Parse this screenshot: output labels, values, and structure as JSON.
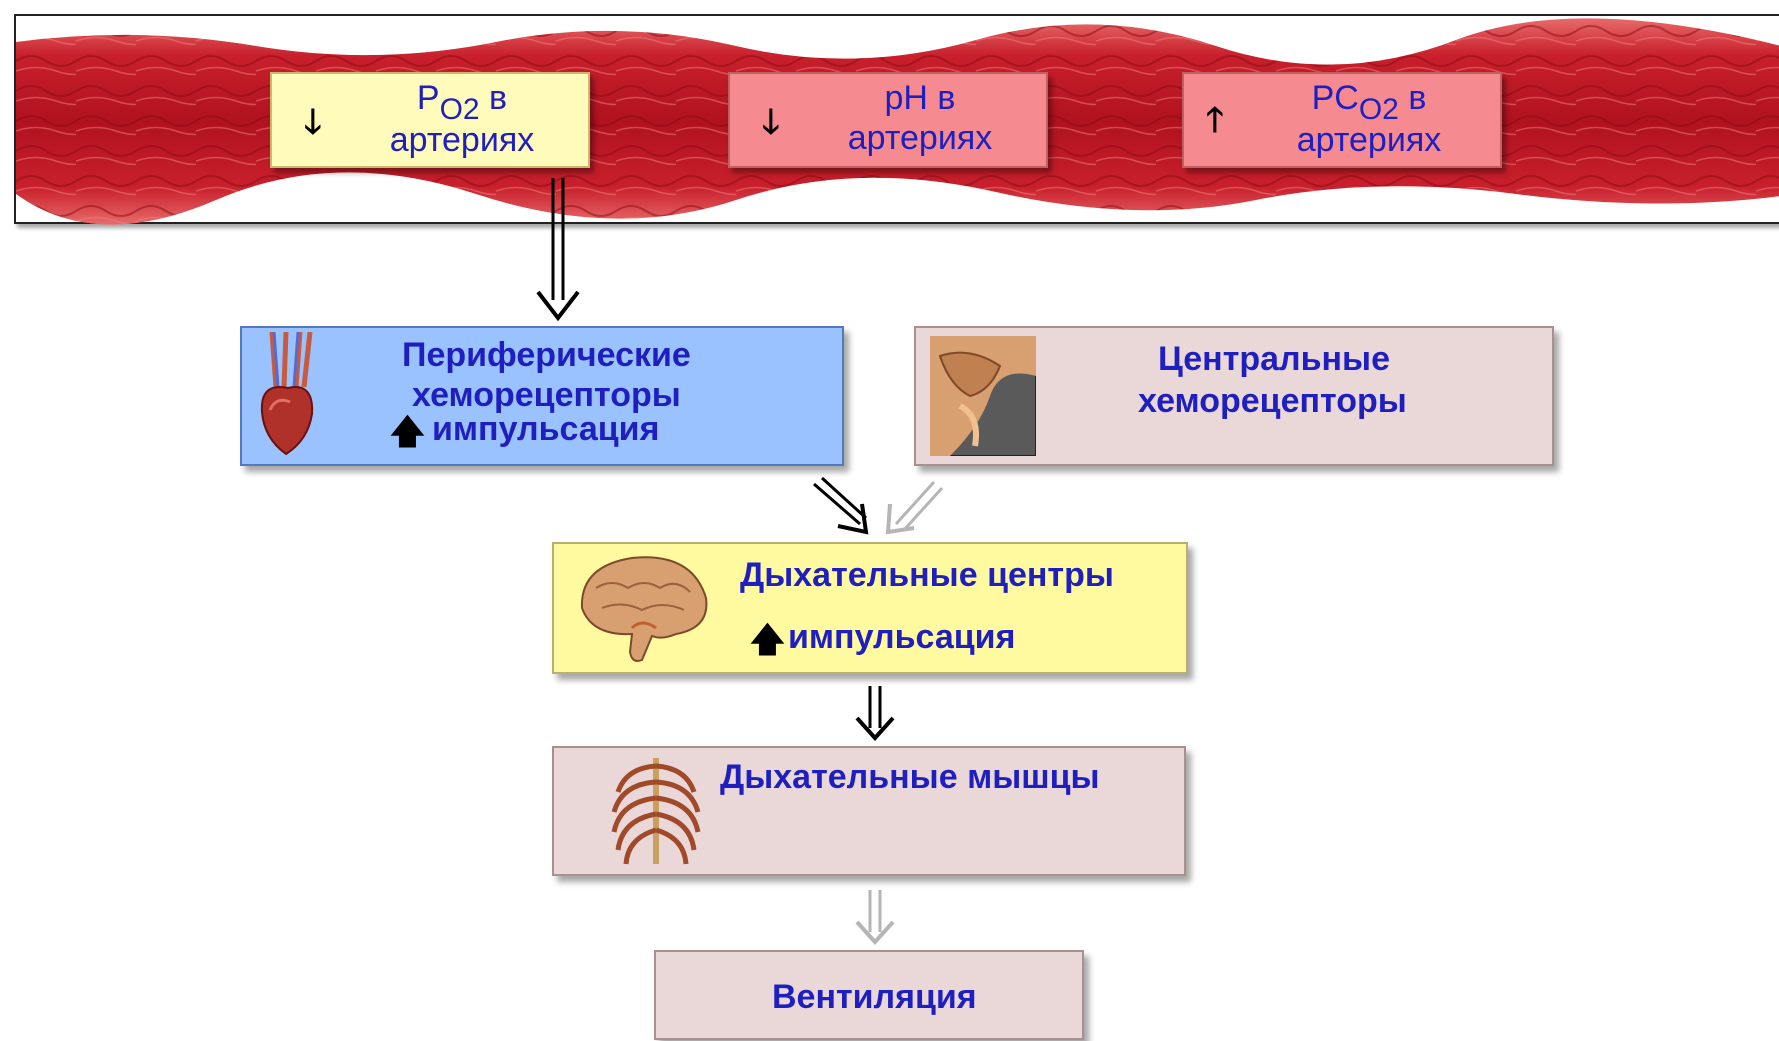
{
  "blood_vessel": {
    "labels": [
      {
        "prefix": "P",
        "sub": "O2",
        "suffix": " в",
        "line2": "артериях",
        "direction": "down",
        "color": "#fffbbb"
      },
      {
        "prefix": "pH",
        "sub": "",
        "suffix": " в",
        "line2": "артериях",
        "direction": "down",
        "color": "#f58a90"
      },
      {
        "prefix": "PC",
        "sub": "O2",
        "suffix": " в",
        "line2": "артериях",
        "direction": "up",
        "color": "#f58a90"
      }
    ]
  },
  "nodes": {
    "peripheral": {
      "line1": "Периферические",
      "line2": "хеморецепторы",
      "line3": "импульсация",
      "arrow": "up",
      "icon": "heart-icon"
    },
    "central": {
      "line1": "Центральные",
      "line2": "хеморецепторы",
      "icon": "brainstem-icon"
    },
    "resp_centers": {
      "line1": "Дыхательные центры",
      "line2": "импульсация",
      "arrow": "up",
      "icon": "brain-icon"
    },
    "resp_muscles": {
      "line1": "Дыхательные мышцы",
      "icon": "ribcage-icon"
    },
    "ventilation": {
      "line1": "Вентиляция"
    }
  },
  "colors": {
    "text": "#1f1fbf",
    "vessel": "#c8202c",
    "peripheral_box": "#99c2ff",
    "resp_centers_box": "#fffaa0",
    "neutral_box": "#ead8d8",
    "active_arrow": "#000000",
    "inactive_arrow": "#b5b5b5"
  }
}
